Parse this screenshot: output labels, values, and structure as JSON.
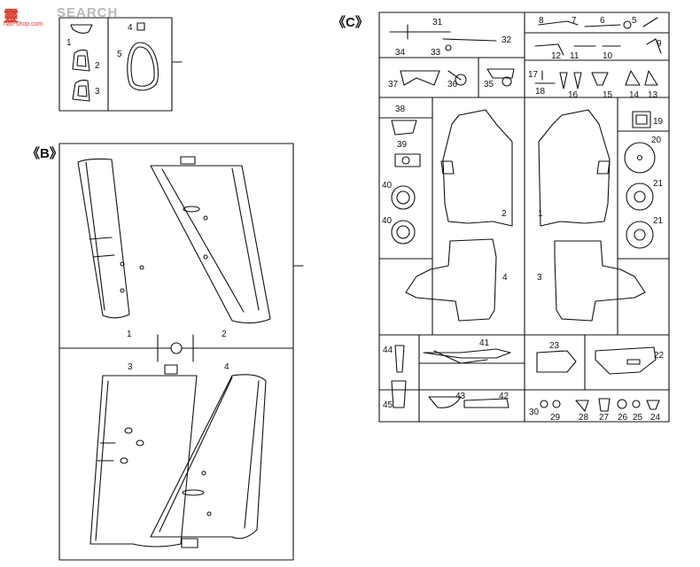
{
  "watermark": {
    "logo": "靈",
    "text": "SEARCH",
    "url": "hao-shop.com"
  },
  "sections": {
    "b": "《B》",
    "c": "《C》"
  },
  "parts_a": [
    "1",
    "2",
    "3",
    "4",
    "5"
  ],
  "parts_b": [
    "1",
    "2",
    "3",
    "4"
  ],
  "parts_c": [
    "1",
    "2",
    "3",
    "4",
    "5",
    "6",
    "7",
    "8",
    "9",
    "10",
    "11",
    "12",
    "13",
    "14",
    "15",
    "16",
    "17",
    "18",
    "19",
    "20",
    "21",
    "21",
    "22",
    "23",
    "24",
    "25",
    "26",
    "27",
    "28",
    "29",
    "30",
    "31",
    "32",
    "33",
    "34",
    "35",
    "36",
    "37",
    "38",
    "39",
    "40",
    "40",
    "41",
    "42",
    "43",
    "44",
    "45"
  ]
}
